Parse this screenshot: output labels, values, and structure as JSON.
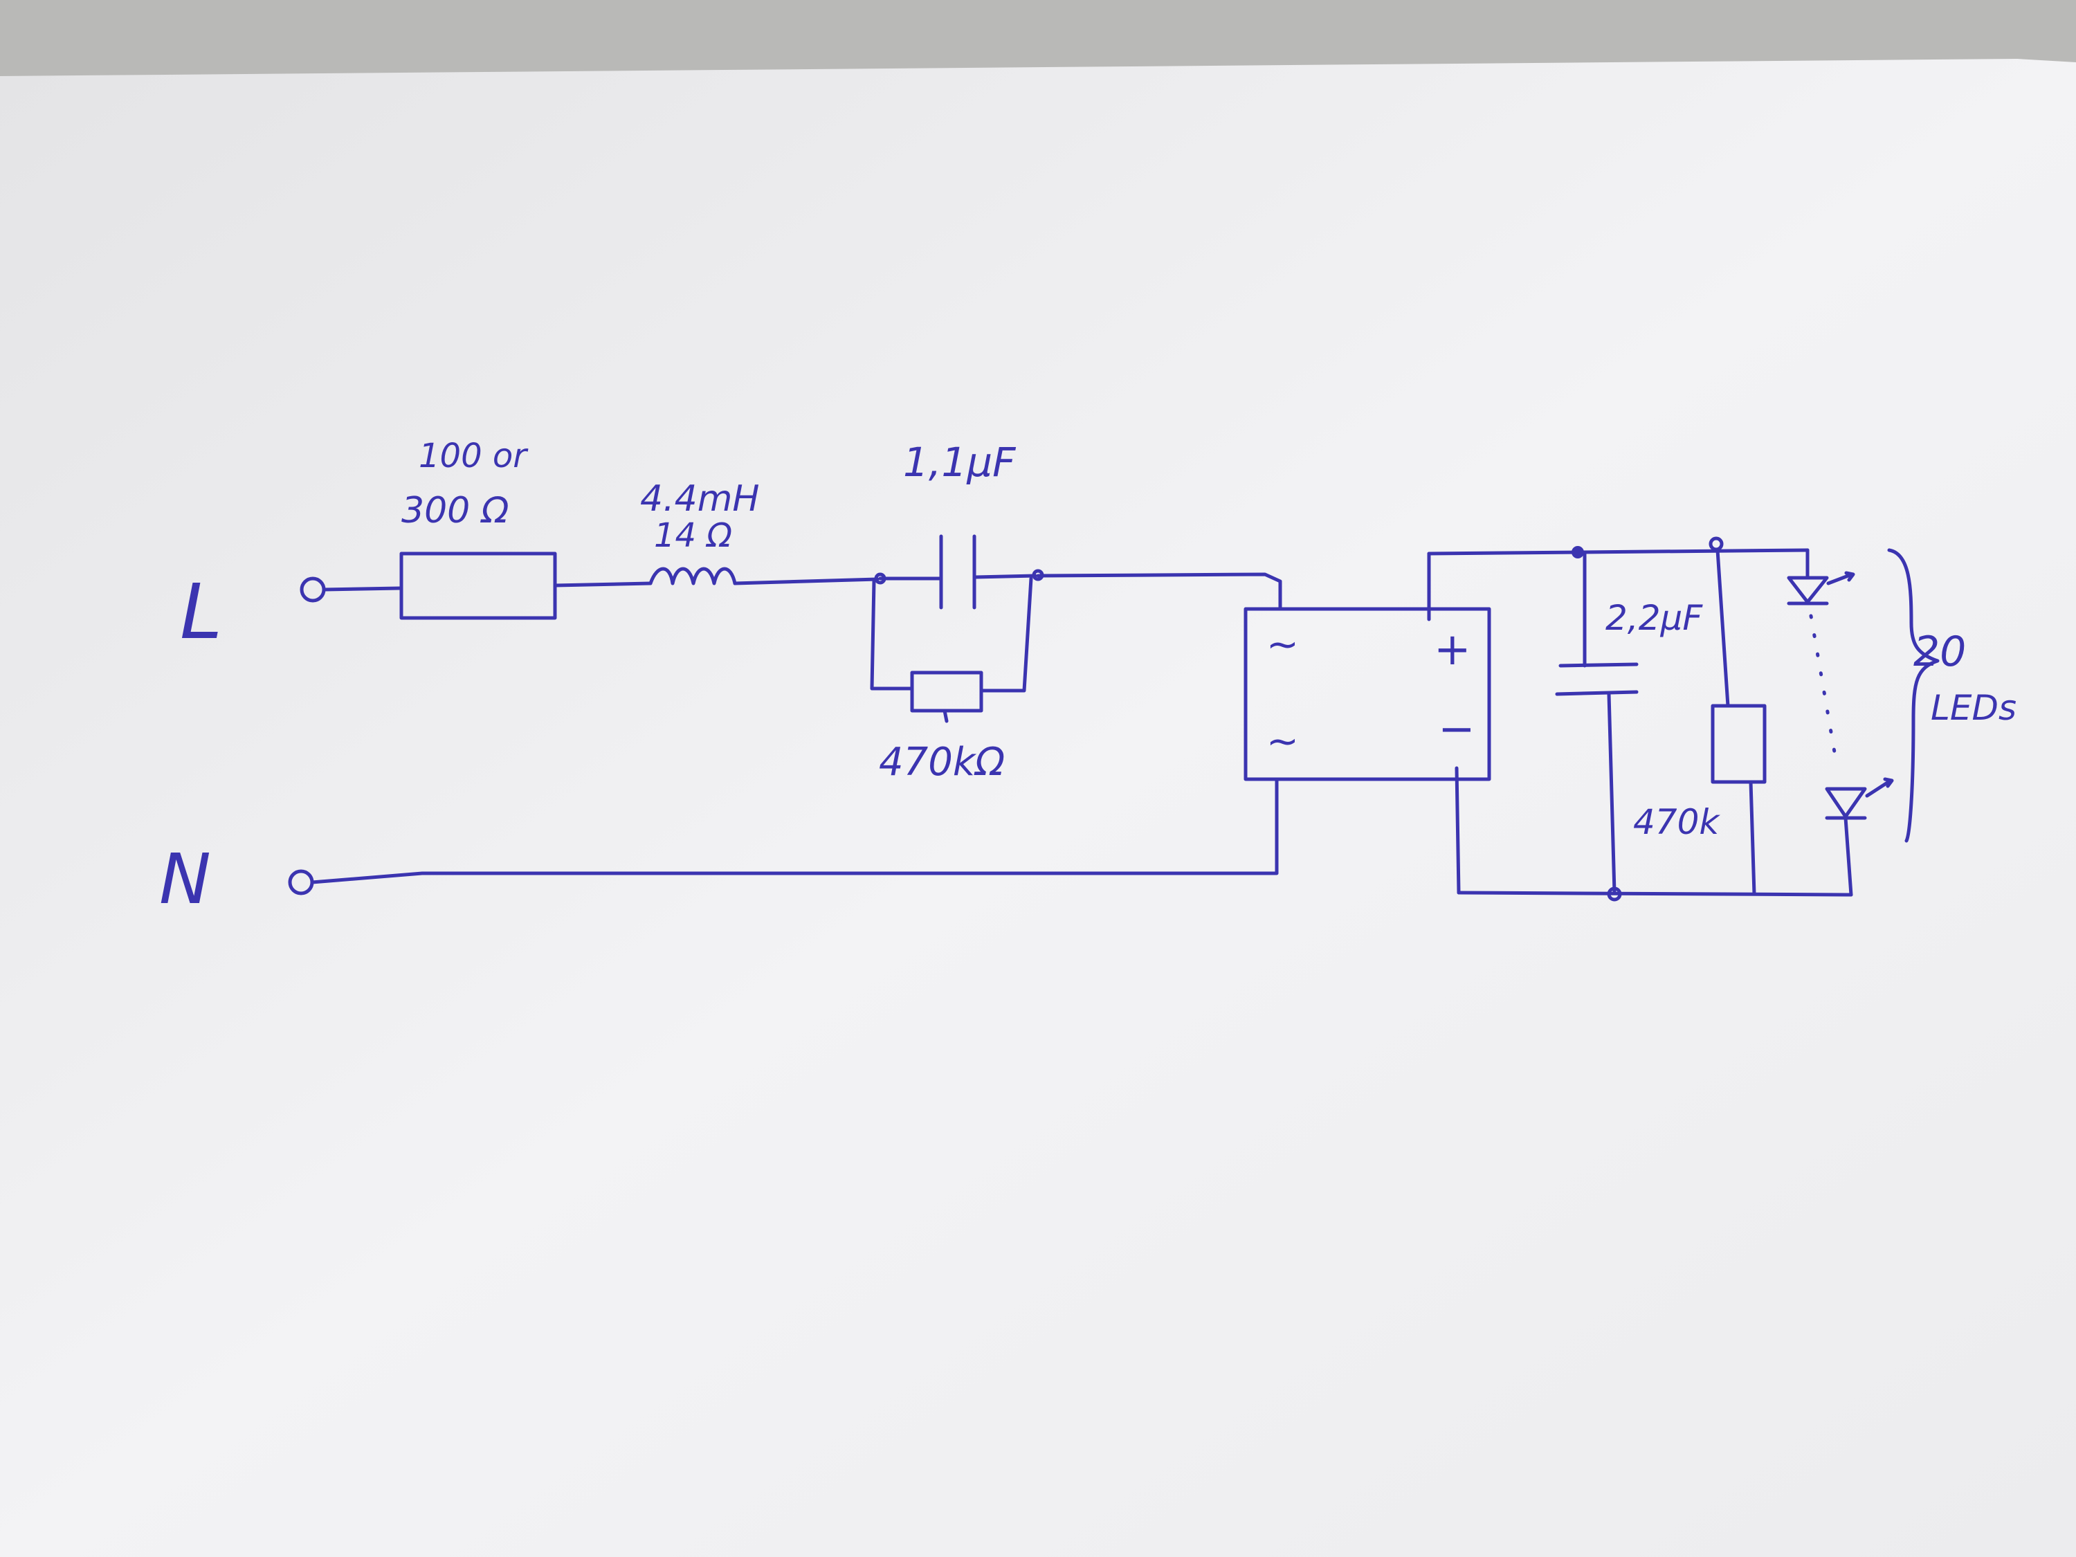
{
  "terminals": {
    "line": "L",
    "neutral": "N"
  },
  "resistor_series": {
    "line1": "100 or",
    "line2": "300 Ω"
  },
  "inductor": {
    "inductance": "4.4mH",
    "resistance": "14 Ω"
  },
  "capacitor_series": {
    "value": "1,1μF"
  },
  "resistor_bleed": {
    "value": "470kΩ"
  },
  "bridge": {
    "ac1": "~",
    "ac2": "~",
    "plus": "+",
    "minus": "−"
  },
  "capacitor_smoothing": {
    "value": "2,2μF"
  },
  "resistor_load": {
    "value": "470k"
  },
  "led_string": {
    "count": "20",
    "label": "LEDs"
  },
  "colors": {
    "ink": "#3b34b0",
    "paper": "#f2f2f4",
    "background": "#b9b9b7"
  }
}
